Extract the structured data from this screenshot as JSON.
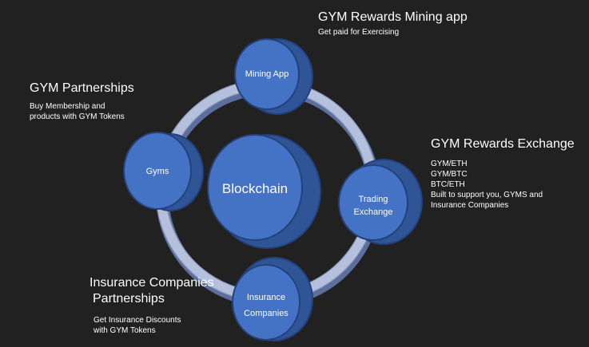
{
  "colors": {
    "background": "#212121",
    "node_fill": "#4472C4",
    "node_side": "#2F5597",
    "node_stroke": "#24417A",
    "ring_fill": "#B4C0DC",
    "ring_edge": "#5C6F9C",
    "text": "#ffffff"
  },
  "nodes": {
    "center": {
      "label": "Blockchain"
    },
    "mining": {
      "label": "Mining App"
    },
    "gyms": {
      "label": "Gyms"
    },
    "trading": {
      "label_line1": "Trading",
      "label_line2": "Exchange"
    },
    "insurance": {
      "label_line1": "Insurance",
      "label_line2": "Companies"
    }
  },
  "annotations": {
    "mining": {
      "title": "GYM Rewards Mining app",
      "lines": [
        "Get paid for Exercising"
      ]
    },
    "partnerships": {
      "title": "GYM Partnerships",
      "lines": [
        "Buy Membership and",
        "products with GYM Tokens"
      ]
    },
    "exchange": {
      "title": "GYM Rewards Exchange",
      "lines": [
        "GYM/ETH",
        "GYM/BTC",
        "BTC/ETH",
        "Built to support you, GYMS and",
        "Insurance Companies"
      ]
    },
    "insurance": {
      "title_line1": "Insurance Companies",
      "title_line2": "Partnerships",
      "lines": [
        "Get Insurance Discounts",
        "with GYM Tokens"
      ]
    }
  }
}
